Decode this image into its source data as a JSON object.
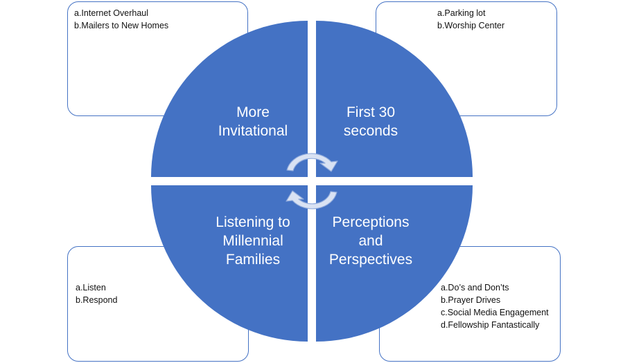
{
  "quadrants": {
    "top_left": {
      "label": "More Invitational",
      "items": [
        "a.Internet Overhaul",
        "b.Mailers to New Homes"
      ]
    },
    "top_right": {
      "label": "First 30 seconds",
      "items": [
        "a.Parking lot",
        "b.Worship Center"
      ]
    },
    "bottom_left": {
      "label": "Listening to Millennial Families",
      "items": [
        "a.Listen",
        "b.Respond"
      ]
    },
    "bottom_right": {
      "label": "Perceptions and Perspectives",
      "items": [
        "a.Do’s and Don’ts",
        "b.Prayer Drives",
        "c.Social Media Engagement",
        "d.Fellowship Fantastically"
      ]
    }
  },
  "colors": {
    "quadrant_fill": "#4472C4",
    "box_border": "#4472C4",
    "arrow_fill": "#D9E2F3"
  },
  "icons": {
    "center": "circular-cycle-arrows-icon"
  }
}
